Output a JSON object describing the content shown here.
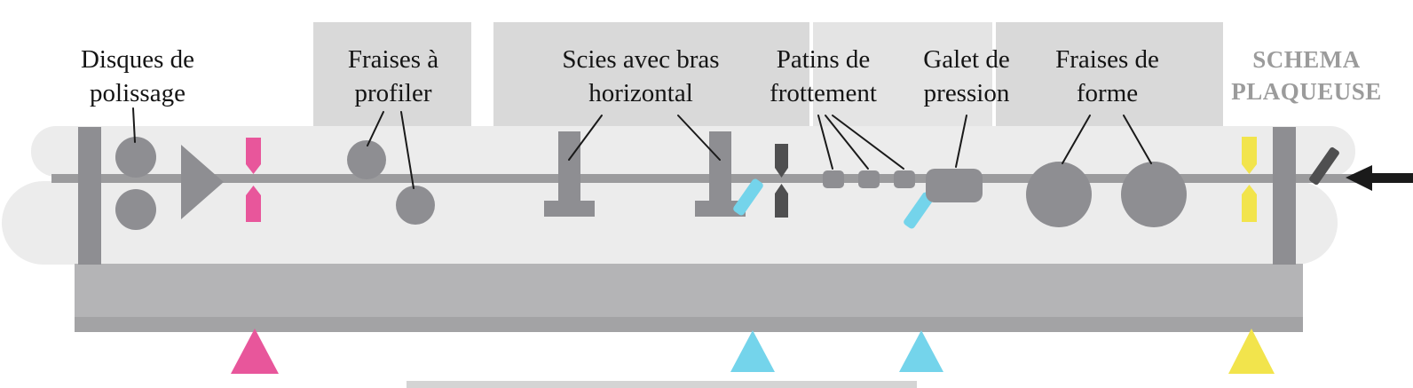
{
  "labels": {
    "disques": {
      "line1": "Disques de",
      "line2": "polissage"
    },
    "fraises_profiler": {
      "line1": "Fraises à",
      "line2": "profiler"
    },
    "scies": {
      "line1": "Scies avec bras",
      "line2": "horizontal"
    },
    "patins": {
      "line1": "Patins de",
      "line2": "frottement"
    },
    "galet": {
      "line1": "Galet de",
      "line2": "pression"
    },
    "fraises_forme": {
      "line1": "Fraises de",
      "line2": "forme"
    }
  },
  "title": {
    "line1": "SCHEMA",
    "line2": "PLAQUEUSE"
  },
  "colors": {
    "pink": "#e8569b",
    "cyan": "#74d4eb",
    "yellow": "#f2e44c",
    "part-gray": "#8e8e92",
    "dark-gray": "#4f4f50",
    "panel-gray": "#d9d9d9",
    "panel-light": "#e4e4e4",
    "tube-gray": "#ececec",
    "rail-gray": "#9b9b9d",
    "base-gray": "#b4b4b6",
    "base-strip": "#a3a3a5",
    "title-gray": "#9b9b9b",
    "line-black": "#1a1a1a"
  }
}
